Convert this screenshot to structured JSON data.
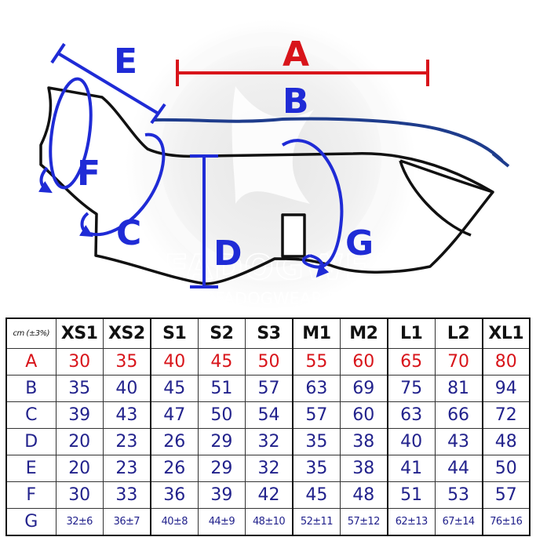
{
  "watermark": {
    "text": "SOFADOGWEAR",
    "url_text": "SOFADOGWEAR.EU"
  },
  "diagram": {
    "labels": {
      "A": "A",
      "B": "B",
      "C": "C",
      "D": "D",
      "E": "E",
      "F": "F",
      "G": "G"
    },
    "colors": {
      "red": "#d8141a",
      "blue": "#1f2bd6",
      "navy": "#1e3c8c",
      "outline": "#111111"
    }
  },
  "table": {
    "unit_label": "cm (±3%)",
    "sizes": [
      "XS1",
      "XS2",
      "S1",
      "S2",
      "S3",
      "M1",
      "M2",
      "L1",
      "L2",
      "XL1"
    ],
    "rows": [
      {
        "label": "A",
        "values": [
          "30",
          "35",
          "40",
          "45",
          "50",
          "55",
          "60",
          "65",
          "70",
          "80"
        ]
      },
      {
        "label": "B",
        "values": [
          "35",
          "40",
          "45",
          "51",
          "57",
          "63",
          "69",
          "75",
          "81",
          "94"
        ]
      },
      {
        "label": "C",
        "values": [
          "39",
          "43",
          "47",
          "50",
          "54",
          "57",
          "60",
          "63",
          "66",
          "72"
        ]
      },
      {
        "label": "D",
        "values": [
          "20",
          "23",
          "26",
          "29",
          "32",
          "35",
          "38",
          "40",
          "43",
          "48"
        ]
      },
      {
        "label": "E",
        "values": [
          "20",
          "23",
          "26",
          "29",
          "32",
          "35",
          "38",
          "41",
          "44",
          "50"
        ]
      },
      {
        "label": "F",
        "values": [
          "30",
          "33",
          "36",
          "39",
          "42",
          "45",
          "48",
          "51",
          "53",
          "57"
        ]
      },
      {
        "label": "G",
        "values": [
          "32±6",
          "36±7",
          "40±8",
          "44±9",
          "48±10",
          "52±11",
          "57±12",
          "62±13",
          "67±14",
          "76±16"
        ]
      }
    ]
  }
}
